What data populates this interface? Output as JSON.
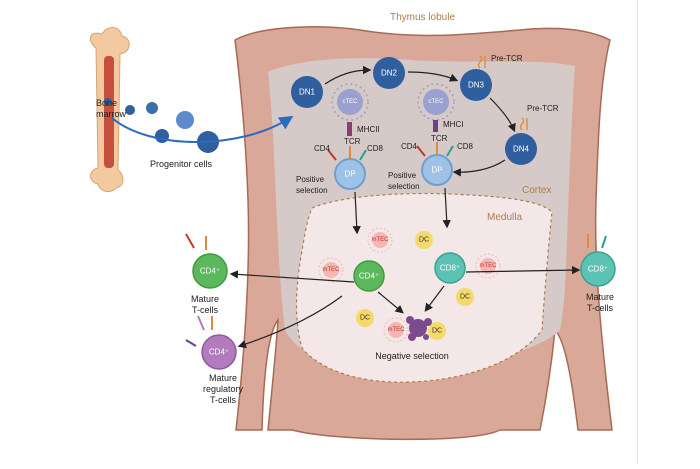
{
  "labels": {
    "thymus_lobule": "Thymus lobule",
    "cortex": "Cortex",
    "medulla": "Medulla",
    "bone_marrow": "Bone\nmarrow",
    "progenitor_cells": "Progenitor cells",
    "dn1": "DN1",
    "dn2": "DN2",
    "dn3": "DN3",
    "dn4": "DN4",
    "pre_tcr_1": "Pre-TCR",
    "pre_tcr_2": "Pre-TCR",
    "ctec_1": "cTEC",
    "ctec_2": "cTEC",
    "mhcii": "MHCII",
    "mhci": "MHCI",
    "cd4_1": "CD4",
    "tcr_1": "TCR",
    "cd8_1": "CD8",
    "cd4_2": "CD4",
    "tcr_2": "TCR",
    "cd8_2": "CD8",
    "dp_1": "DP",
    "dp_2": "DP",
    "positive_selection_1": "Positive\nselection",
    "positive_selection_2": "Positive\nselection",
    "cd4_cell_left": "CD4⁺",
    "cd4_cell_medulla": "CD4⁺",
    "cd8_cell_medulla": "CD8⁺",
    "cd8_cell_right": "CD8⁺",
    "cd4_cell_reg": "CD4⁺",
    "mature_t_cells_left": "Mature\nT-cells",
    "mature_t_cells_right": "Mature\nT-cells",
    "mature_regulatory": "Mature\nregulatory\nT-cells",
    "mtec_1": "mTEC",
    "mtec_2": "mTEC",
    "mtec_3": "mTEC",
    "mtec_4": "mTEC",
    "dc_1": "DC",
    "dc_2": "DC",
    "dc_3": "DC",
    "dc_4": "DC",
    "negative_selection": "Negative selection"
  },
  "colors": {
    "capsule": "#d9a899",
    "capsule_stroke": "#a66a55",
    "cortex_fill": "#d6cac8",
    "medulla_fill": "#f3e8e7",
    "dn_cell": "#2f5f9e",
    "dp_cell": "#9ec1e6",
    "cd4_cell": "#5cb85c",
    "cd8_cell": "#5cc2b3",
    "treg_cell": "#b27bbd",
    "ctec": "#9aa0cf",
    "mtec": "#f3b7b4",
    "dc": "#f5d96a"
  }
}
